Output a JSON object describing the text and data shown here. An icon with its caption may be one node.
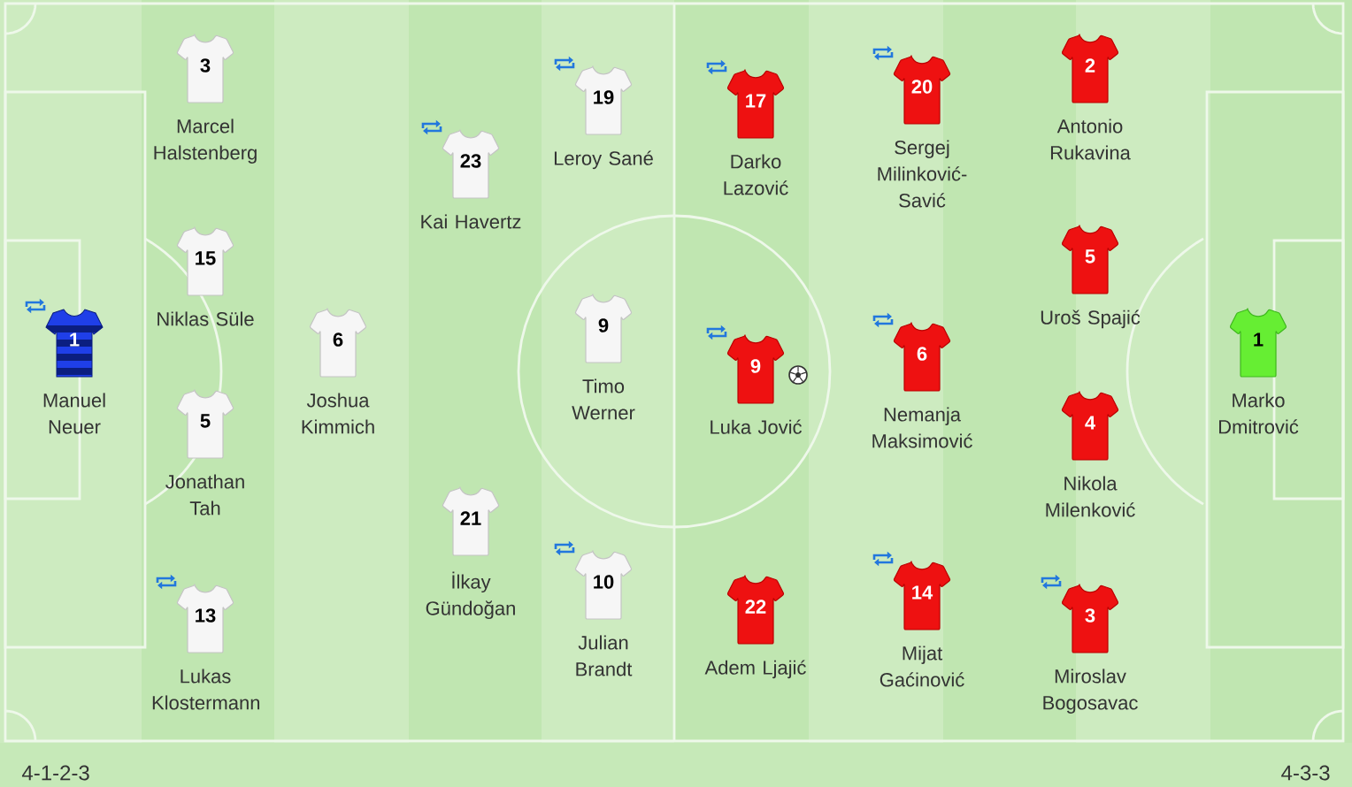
{
  "diagram": {
    "nodes": [
      {
        "text": [
          "1"
        ],
        "beside": [
          "Manuel Neuer"
        ]
      },
      {
        "text": [
          "3"
        ],
        "beside": [
          "Marcel Halstenberg"
        ]
      },
      {
        "text": [
          "15"
        ],
        "beside": [
          "Niklas Süle"
        ]
      },
      {
        "text": [
          "5"
        ],
        "beside": [
          "Jonathan Tah"
        ]
      },
      {
        "text": [
          "13"
        ],
        "beside": [
          "Lukas Klostermann"
        ]
      },
      {
        "text": [
          "6"
        ],
        "beside": [
          "Joshua Kimmich"
        ]
      },
      {
        "text": [
          "23"
        ],
        "beside": [
          "Kai Havertz"
        ]
      },
      {
        "text": [
          "21"
        ],
        "beside": [
          "İlkay Gündoğan"
        ]
      },
      {
        "text": [
          "19"
        ],
        "beside": [
          "Leroy Sané"
        ]
      },
      {
        "text": [
          "9"
        ],
        "beside": [
          "Timo Werner"
        ]
      },
      {
        "text": [
          "10"
        ],
        "beside": [
          "Julian Brandt"
        ]
      },
      {
        "text": [
          "17"
        ],
        "beside": [
          "Darko Lazović"
        ]
      },
      {
        "text": [
          "9"
        ],
        "beside": [
          "Luka Jović"
        ]
      },
      {
        "text": [
          "22"
        ],
        "beside": [
          "Adem Ljajić"
        ]
      },
      {
        "text": [
          "20"
        ],
        "beside": [
          "Sergej Milinković-Savić"
        ]
      },
      {
        "text": [
          "6"
        ],
        "beside": [
          "Nemanja Maksimović"
        ]
      },
      {
        "text": [
          "14"
        ],
        "beside": [
          "Mijat Gaćinović"
        ]
      },
      {
        "text": [
          "2"
        ],
        "beside": [
          "Antonio Rukavina"
        ]
      },
      {
        "text": [
          "5"
        ],
        "beside": [
          "Uroš Spajić"
        ]
      },
      {
        "text": [
          "4"
        ],
        "beside": [
          "Nikola Milenković"
        ]
      },
      {
        "text": [
          "3"
        ],
        "beside": [
          "Miroslav Bogosavac"
        ]
      },
      {
        "text": [
          "1"
        ],
        "beside": [
          "Marko Dmitrović"
        ]
      }
    ],
    "labels": [
      "4-1-2-3",
      "4-3-3"
    ]
  }
}
